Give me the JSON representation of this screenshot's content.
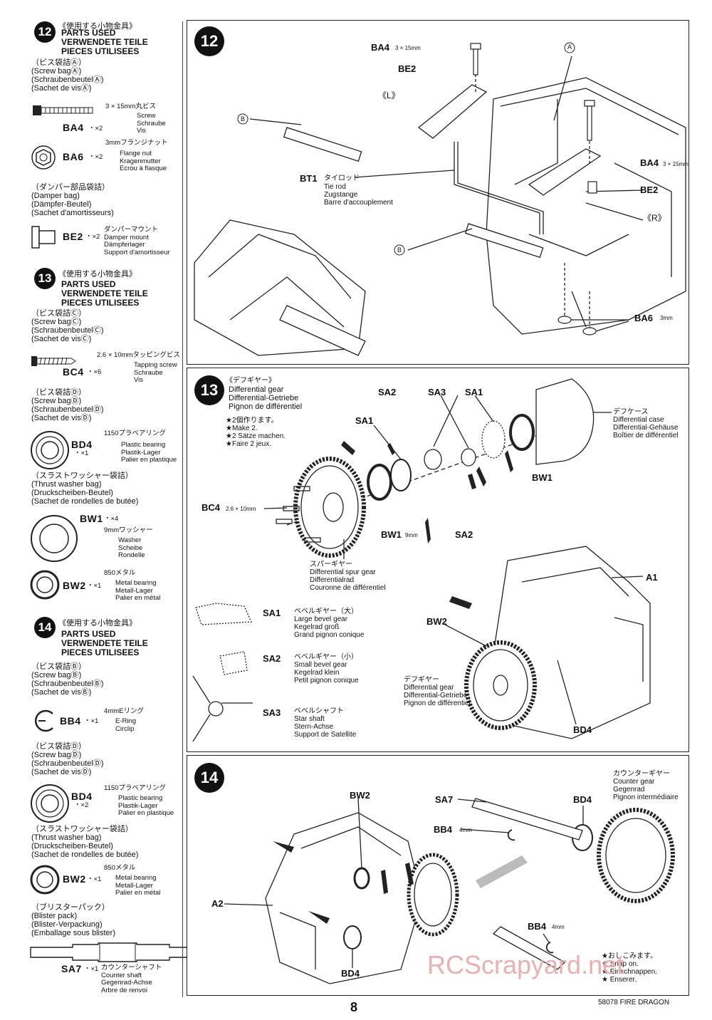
{
  "left_column": {
    "s12": {
      "num": "12",
      "jp_header": "《使用する小物金具》",
      "en_header": [
        "PARTS USED",
        "VERWENDETE TEILE",
        "PIECES UTILISEES"
      ],
      "bag_a": [
        "（ビス袋詰Ⓐ）",
        "(Screw bagⒶ)",
        "(SchraubenbeutelⒶ)",
        "(Sachet de visⒶ)"
      ],
      "ba4": {
        "code": "BA4",
        "qty": "・×2",
        "size": "3 × 15mm丸ビス",
        "desc": [
          "Screw",
          "Schraube",
          "Vis"
        ]
      },
      "ba6": {
        "code": "BA6",
        "qty": "・×2",
        "size": "3mmフランジナット",
        "desc": [
          "Flange nut",
          "Kragenmutter",
          "Ecrou à flasque"
        ]
      },
      "damper_bag": [
        "（ダンパー部品袋詰）",
        "(Damper bag)",
        "(Dämpfer-Beutel)",
        "(Sachet d'amortisseurs)"
      ],
      "be2": {
        "code": "BE2",
        "qty": "・×2",
        "size": "ダンパーマウント",
        "desc": [
          "Damper mount",
          "Dämpferlager",
          "Support d'amortisseur"
        ]
      }
    },
    "s13": {
      "num": "13",
      "jp_header": "《使用する小物金具》",
      "en_header": [
        "PARTS USED",
        "VERWENDETE TEILE",
        "PIECES UTILISEES"
      ],
      "bag_c": [
        "（ビス袋詰Ⓒ）",
        "(Screw bagⒸ)",
        "(SchraubenbeutelⒸ)",
        "(Sachet de visⒸ)"
      ],
      "bc4": {
        "code": "BC4",
        "qty": "・×6",
        "size": "2.6 × 10mmタッピングビス",
        "desc": [
          "Tapping screw",
          "Schraube",
          "Vis"
        ]
      },
      "bag_d": [
        "（ビス袋詰Ⓓ）",
        "(Screw bagⒹ)",
        "(SchraubenbeutelⒹ)",
        "(Sachet de visⒹ)"
      ],
      "bd4": {
        "code": "BD4",
        "qty": "・×1",
        "size": "1150プラベアリング",
        "desc": [
          "Plastic bearing",
          "Plastik-Lager",
          "Palier en plastique"
        ]
      },
      "thrust_bag": [
        "（スラストワッシャー袋詰）",
        "(Thrust washer bag)",
        "(Druckscheiben-Beutel)",
        "(Sachet de rondelles de butée)"
      ],
      "bw1": {
        "code": "BW1",
        "qty": "・×4",
        "size": "9mmワッシャー",
        "desc": [
          "Washer",
          "Scheibe",
          "Rondelle"
        ]
      },
      "bw2": {
        "code": "BW2",
        "qty": "・×1",
        "size": "850メタル",
        "desc": [
          "Metal bearing",
          "Metall-Lager",
          "Palier en métal"
        ]
      }
    },
    "s14": {
      "num": "14",
      "jp_header": "《使用する小物金具》",
      "en_header": [
        "PARTS USED",
        "VERWENDETE TEILE",
        "PIECES UTILISEES"
      ],
      "bag_b": [
        "（ビス袋詰Ⓑ）",
        "(Screw bagⒷ)",
        "(SchraubenbeutelⒷ)",
        "(Sachet de visⒷ)"
      ],
      "bb4": {
        "code": "BB4",
        "qty": "・×1",
        "size": "4mmEリング",
        "desc": [
          "E-Ring",
          "Circlip"
        ]
      },
      "bag_d": [
        "（ビス袋詰Ⓓ）",
        "(Screw bagⒹ)",
        "(SchraubenbeutelⒹ)",
        "(Sachet de visⒹ)"
      ],
      "bd4": {
        "code": "BD4",
        "qty": "・×2",
        "size": "1150プラベアリング",
        "desc": [
          "Plastic bearing",
          "Plastik-Lager",
          "Palier en plastique"
        ]
      },
      "thrust_bag": [
        "（スラストワッシャー袋詰）",
        "(Thrust washer bag)",
        "(Druckscheiben-Beutel)",
        "(Sachet de rondelles de butée)"
      ],
      "bw2": {
        "code": "BW2",
        "qty": "・×1",
        "size": "850メタル",
        "desc": [
          "Metal bearing",
          "Metall-Lager",
          "Palier en métal"
        ]
      },
      "blister": [
        "（ブリスターパック）",
        "(Blister pack)",
        "(Blister-Verpackung)",
        "(Emballage sous blister)"
      ],
      "sa7": {
        "code": "SA7",
        "qty": "・×1",
        "size": "カウンターシャフト",
        "desc": [
          "Counter shaft",
          "Gegenrad-Achse",
          "Arbre de renvoi"
        ]
      }
    }
  },
  "panel12": {
    "num": "12",
    "labels": {
      "ba4_top": "BA4",
      "ba4_top_size": "3 × 15mm",
      "be2_top": "BE2",
      "l_mark": "《L》",
      "a_mark": "A",
      "b_mark": "B",
      "bt1": "BT1",
      "bt1_jp": "タイロッド",
      "bt1_desc": [
        "Tie rod",
        "Zugstange",
        "Barre d'accouplement"
      ],
      "ba4_right": "BA4",
      "ba4_right_size": "3 × 15mm",
      "be2_right": "BE2",
      "r_mark": "《R》",
      "ba6": "BA6",
      "ba6_size": "3mm"
    }
  },
  "panel13": {
    "num": "13",
    "title_jp": "《デフギヤー》",
    "title": [
      "Differential gear",
      "Differential-Getriebe",
      "Pignon de différentiel"
    ],
    "make": [
      "★2個作ります。",
      "★Make 2.",
      "★2 Sätze machen.",
      "★Faire 2 jeux."
    ],
    "labels": {
      "sa2a": "SA2",
      "sa3": "SA3",
      "sa1a": "SA1",
      "sa1b": "SA1",
      "bw1a": "BW1",
      "bw1b": "BW1",
      "bw1_size": "9mm",
      "sa2b": "SA2",
      "bc4": "BC4",
      "bc4_size": "2.6 × 10mm",
      "a1": "A1",
      "bw2": "BW2",
      "bd4": "BD4"
    },
    "case": {
      "jp": "デフケース",
      "desc": [
        "Differential case",
        "Differential-Gehäuse",
        "Boîtier de différentiel"
      ]
    },
    "spur": {
      "jp": "スパーギヤー",
      "desc": [
        "Differential spur gear",
        "Differentialrad",
        "Couronne de différentiel"
      ]
    },
    "sa1": {
      "code": "SA1",
      "jp": "ベベルギヤー（大）",
      "desc": [
        "Large bevel gear",
        "Kegelrad groß",
        "Grand pignon conique"
      ]
    },
    "sa2": {
      "code": "SA2",
      "jp": "ベベルギヤー（小）",
      "desc": [
        "Small bevel gear",
        "Kegelrad klein",
        "Petit pignon conique"
      ]
    },
    "sa3": {
      "code": "SA3",
      "jp": "ベベルシャフト",
      "desc": [
        "Star shaft",
        "Stern-Achse",
        "Support de Satellite"
      ]
    },
    "diffgear": {
      "jp": "デフギヤー",
      "desc": [
        "Differential gear",
        "Differential-Getriebe",
        "Pignon de différentiel"
      ]
    }
  },
  "panel14": {
    "num": "14",
    "labels": {
      "bw2": "BW2",
      "sa7": "SA7",
      "bd4_top": "BD4",
      "bb4": "BB4",
      "bb4_size": "4mm",
      "a2": "A2",
      "bb4b": "BB4",
      "bb4b_size": "4mm",
      "bd4_bottom": "BD4"
    },
    "counter": {
      "jp": "カウンターギヤー",
      "desc": [
        "Counter gear",
        "Gegenrad",
        "Pignon intermédiaire"
      ]
    },
    "snap": [
      "★おしこみます。",
      "★ Snap on.",
      "★ Einschnappen.",
      "★ Enserer."
    ]
  },
  "footer": {
    "page_number": "8",
    "model": "58078 FIRE DRAGON",
    "watermark": "RCScrapyard.net"
  }
}
